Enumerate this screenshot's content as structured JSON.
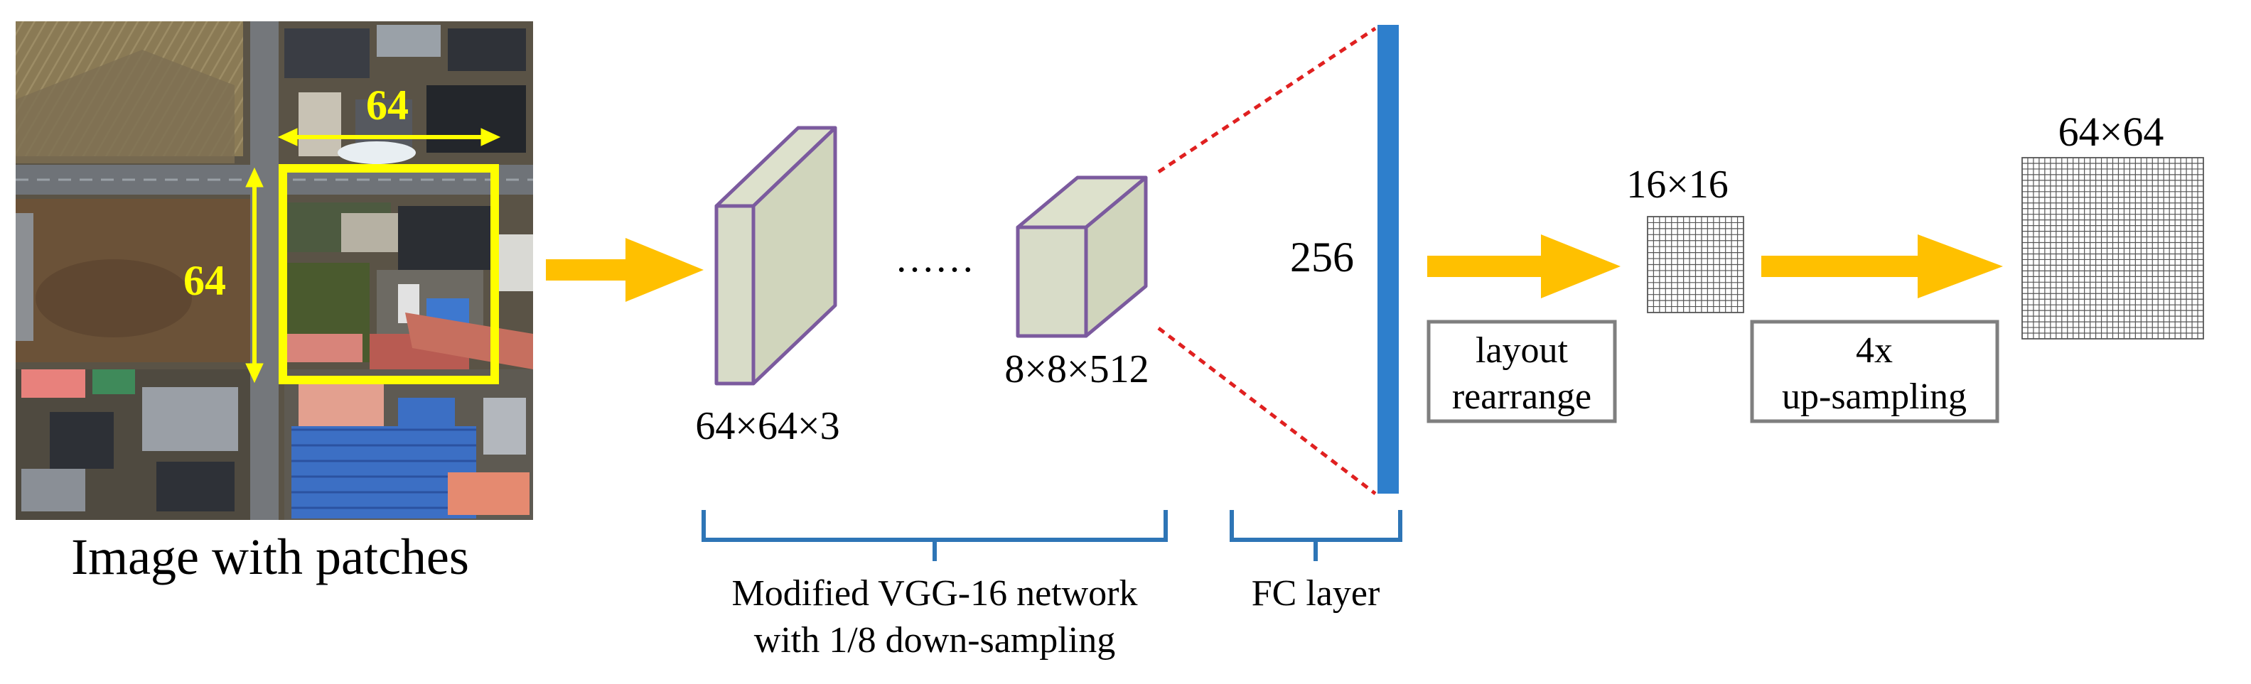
{
  "colors": {
    "arrow": "#FFC000",
    "patch_box": "#FFFF00",
    "cube_face": "#D8DCC8",
    "cube_edge": "#7B5A9E",
    "fc_bar": "#2E7FCC",
    "bracket": "#2E75B6",
    "dashed": "#E02020",
    "grid_line": "#555555",
    "box_border": "#7F7F7F"
  },
  "labels": {
    "patch_width": "64",
    "patch_height": "64",
    "image_caption": "Image with patches",
    "input_dims": "64×64×3",
    "ellipsis": "……",
    "feature_dims": "8×8×512",
    "fc_size": "256",
    "layout_line1": "layout",
    "layout_line2": "rearrange",
    "grid_small_dims": "16×16",
    "upsample_line1": "4x",
    "upsample_line2": "up-sampling",
    "grid_large_dims": "64×64",
    "vgg_line1": "Modified VGG-16 network",
    "vgg_line2": "with 1/8 down-sampling",
    "fc_caption": "FC layer"
  },
  "grids": {
    "small_cells": 16,
    "large_cells": 32
  },
  "icons": {
    "satellite": "aerial-image",
    "arrow": "right-arrow-icon"
  }
}
